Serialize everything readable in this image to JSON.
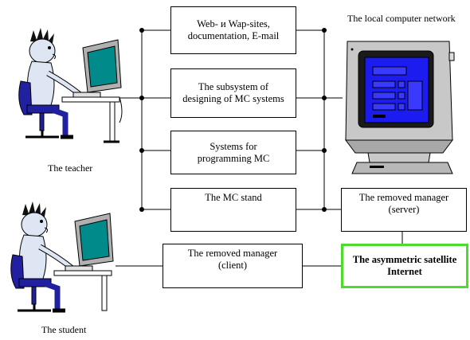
{
  "boxes": {
    "web_sites": "Web- и Wap-sites,\ndocumentation, E-mail",
    "subsystem": "The subsystem of\ndesigning of MC systems",
    "programming": "Systems for\nprogramming MC",
    "mc_stand": "The MC stand",
    "manager_server": "The removed manager\n(server)",
    "manager_client": "The removed manager\n(client)",
    "satellite": "The asymmetric satellite\nInternet"
  },
  "labels": {
    "teacher": "The teacher",
    "student": "The student",
    "network": "The local computer network"
  },
  "colors": {
    "highlight_border": "#4cdd2c",
    "screen_blue": "#1c1cf0",
    "monitor_teal": "#008a8a",
    "figure_blue": "#2020a0",
    "crt_gray": "#c8c8c8"
  },
  "icons": [
    "teacher-figure-icon",
    "student-figure-icon",
    "network-computer-icon"
  ]
}
